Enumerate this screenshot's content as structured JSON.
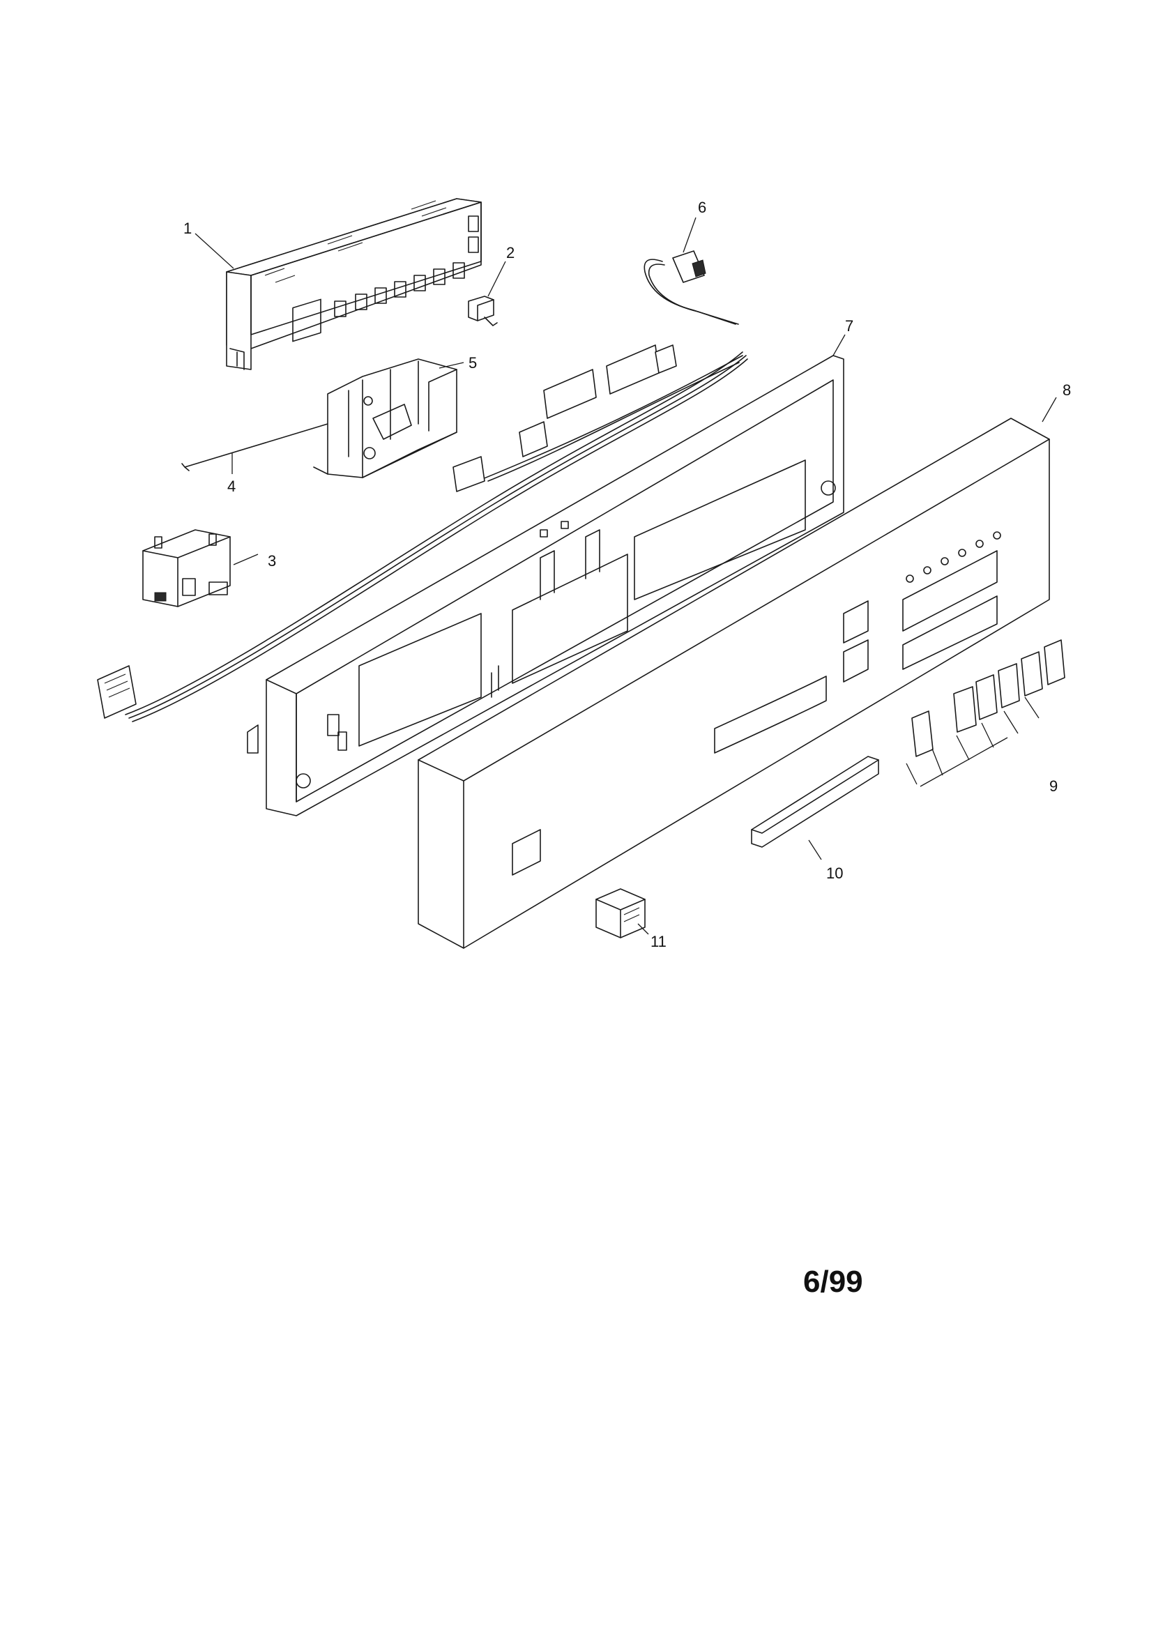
{
  "callouts": {
    "c1": "1",
    "c2": "2",
    "c3": "3",
    "c4": "4",
    "c5": "5",
    "c6": "6",
    "c7": "7",
    "c8": "8",
    "c9": "9",
    "c10": "10",
    "c11": "11"
  },
  "revision_date": "6/99"
}
